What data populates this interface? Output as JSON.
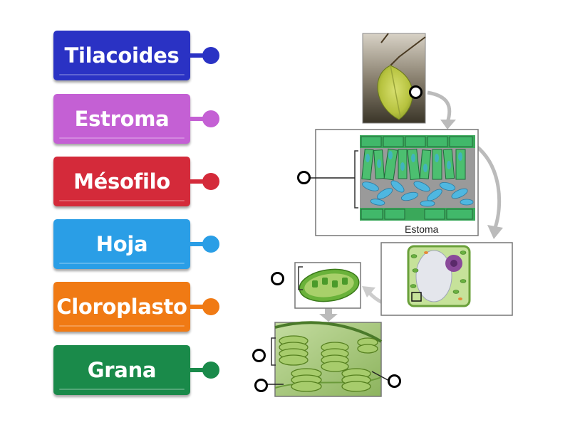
{
  "labels": [
    {
      "text": "Tilacoides",
      "color": "#2a32c4"
    },
    {
      "text": "Estroma",
      "color": "#c460d4"
    },
    {
      "text": "Mésofilo",
      "color": "#d42a3a"
    },
    {
      "text": "Hoja",
      "color": "#2a9ee6"
    },
    {
      "text": "Cloroplasto",
      "color": "#f07a14"
    },
    {
      "text": "Grana",
      "color": "#1a8a4a"
    }
  ],
  "diagram": {
    "estoma_label": "Estoma"
  }
}
